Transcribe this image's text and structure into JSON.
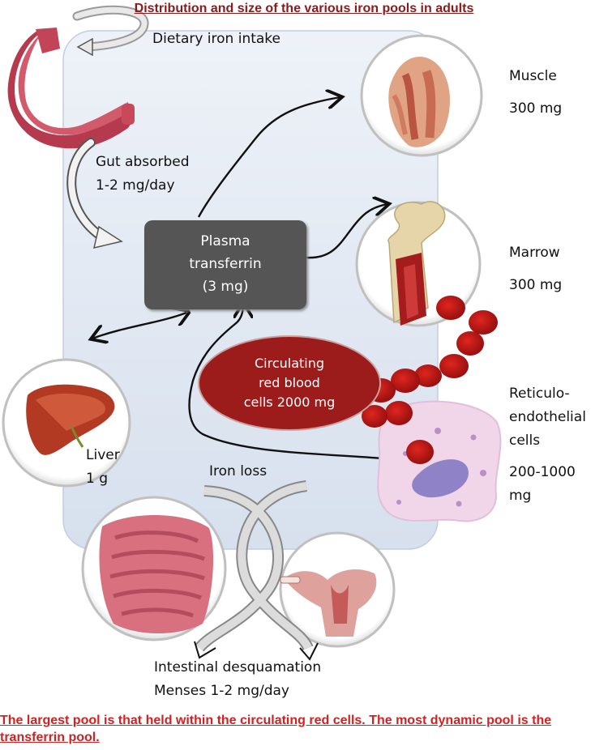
{
  "title": "Distribution and size of the various iron pools in adults",
  "dietary": "Dietary iron intake",
  "gut": {
    "line1": "Gut absorbed",
    "line2": "1-2 mg/day"
  },
  "plasma": {
    "line1": "Plasma",
    "line2": "transferrin",
    "line3": "(3 mg)"
  },
  "rbc": {
    "line1": "Circulating",
    "line2": "red blood",
    "line3": "cells 2000 mg"
  },
  "muscle": {
    "name": "Muscle",
    "amount": "300 mg"
  },
  "marrow": {
    "name": "Marrow",
    "amount": "300 mg"
  },
  "reticulo": {
    "line1": "Reticulo-",
    "line2": "endothelial",
    "line3": "cells",
    "line4": "200-1000",
    "line5": "mg"
  },
  "liver": {
    "name": "Liver",
    "amount": "1 g"
  },
  "iron_loss": "Iron loss",
  "losses": {
    "line1": "Intestinal desquamation",
    "line2": "Menses 1-2 mg/day"
  },
  "footer": "The largest pool is that held within the circulating red cells. The most dynamic pool is the transferrin pool.",
  "colors": {
    "title": "#8b1a1a",
    "footer": "#d42020",
    "plasma_box": "#555555",
    "rbc": "#9c1c1c",
    "panel": "#e3e9f3"
  }
}
